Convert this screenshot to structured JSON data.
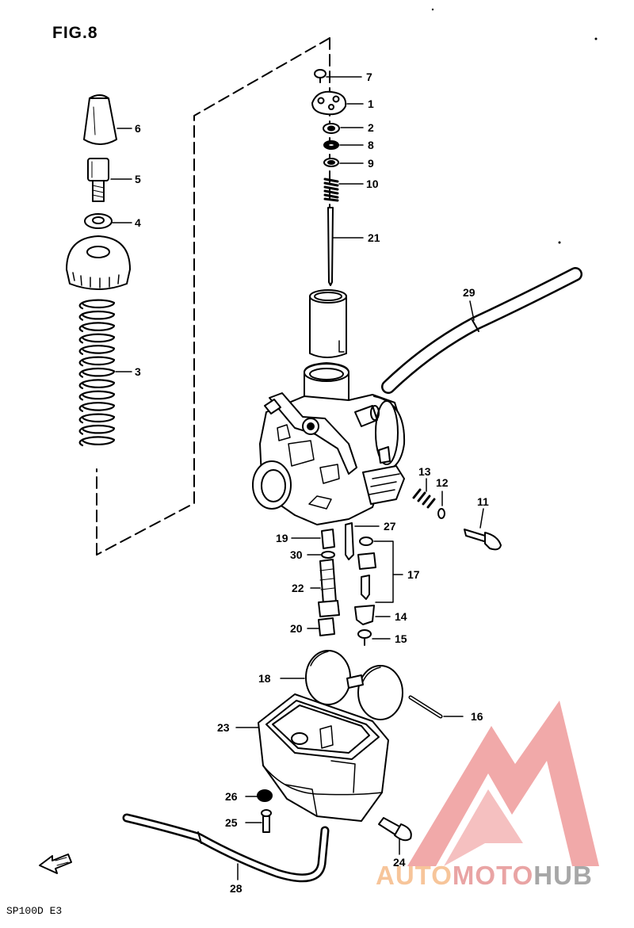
{
  "figure": {
    "title": "FIG.8",
    "model_code": "SP100D E3"
  },
  "watermark": {
    "word_part1": "AUTO",
    "word_part2": "MOTO",
    "word_part3": "HUB",
    "colors": {
      "logo": "#ee8c8c",
      "auto": "#f6b97f",
      "moto": "#e58f8f",
      "hub": "#9a9a9a"
    }
  },
  "callouts": [
    "1",
    "2",
    "3",
    "4",
    "5",
    "6",
    "7",
    "8",
    "9",
    "10",
    "11",
    "12",
    "13",
    "14",
    "15",
    "16",
    "17",
    "18",
    "19",
    "20",
    "21",
    "22",
    "23",
    "24",
    "25",
    "26",
    "27",
    "28",
    "29",
    "30"
  ],
  "parts": {
    "mixture_adjust_cap": "top-cap",
    "stop_screw": "screw",
    "lock_nut": "nut",
    "throttle_cap": "cap",
    "throttle_spring": "spring",
    "carburetor_body": "body",
    "float_chamber": "float-bowl",
    "overflow_pipe": "pipe",
    "air_vent_pipe": "pipe",
    "front_direction_arrow": "arrow-icon"
  }
}
